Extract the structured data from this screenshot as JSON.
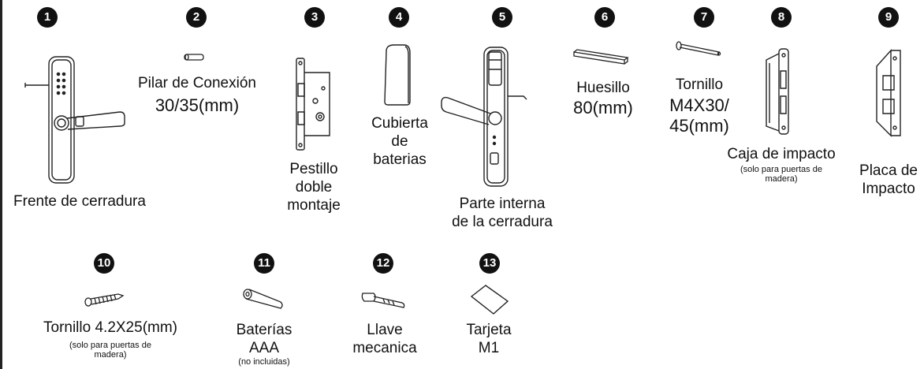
{
  "items": [
    {
      "num": "1",
      "label_lines": [
        "Frente de cerradura"
      ]
    },
    {
      "num": "2",
      "label_lines": [
        "Pilar de Conexión",
        "30/35(mm)"
      ]
    },
    {
      "num": "3",
      "label_lines": [
        "Pestillo",
        "doble",
        "montaje"
      ]
    },
    {
      "num": "4",
      "label_lines": [
        "Cubierta",
        "de",
        "baterias"
      ]
    },
    {
      "num": "5",
      "label_lines": [
        "Parte interna",
        "de la cerradura"
      ]
    },
    {
      "num": "6",
      "label_lines": [
        "Huesillo",
        "80(mm)"
      ]
    },
    {
      "num": "7",
      "label_lines": [
        "Tornillo",
        "M4X30/",
        "45(mm)"
      ]
    },
    {
      "num": "8",
      "label_lines": [
        "Caja de impacto"
      ],
      "note_lines": [
        "(solo para puertas de",
        "madera)"
      ]
    },
    {
      "num": "9",
      "label_lines": [
        "Placa de",
        "Impacto"
      ]
    },
    {
      "num": "10",
      "label_lines": [
        "Tornillo 4.2X25(mm)"
      ],
      "note_lines": [
        "(solo para puertas de",
        "madera)"
      ]
    },
    {
      "num": "11",
      "label_lines": [
        "Baterías",
        "AAA"
      ],
      "note_lines": [
        "(no incluidas)"
      ]
    },
    {
      "num": "12",
      "label_lines": [
        "Llave",
        "mecanica"
      ]
    },
    {
      "num": "13",
      "label_lines": [
        "Tarjeta",
        "M1"
      ]
    }
  ]
}
